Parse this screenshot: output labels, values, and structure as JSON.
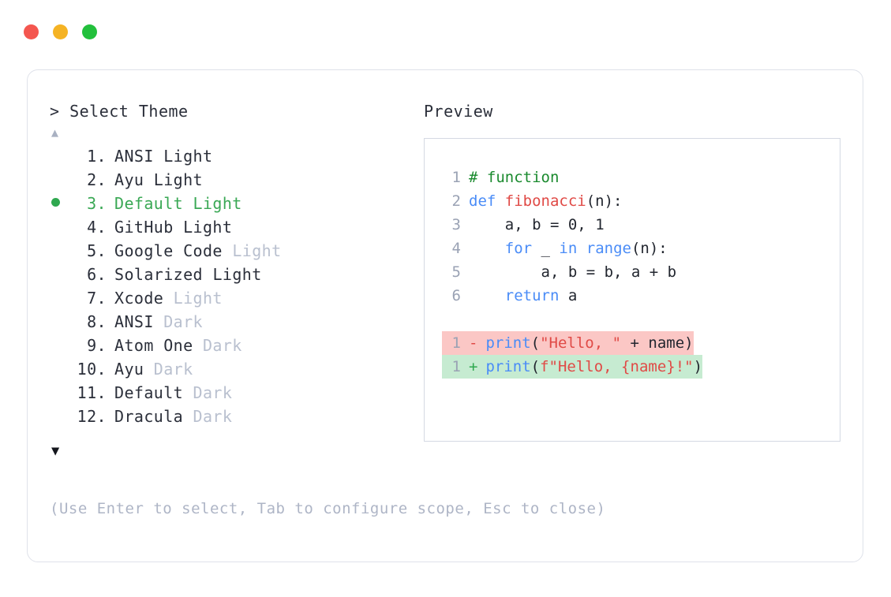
{
  "window": {
    "dots": [
      {
        "name": "close",
        "color": "#f4564f"
      },
      {
        "name": "minimize",
        "color": "#f5b324"
      },
      {
        "name": "maximize",
        "color": "#22c03c"
      }
    ]
  },
  "left": {
    "prompt": "> Select Theme",
    "scroll_up": "▲",
    "scroll_down": "▼",
    "selected_index": 3,
    "items": [
      {
        "num": "1.",
        "name": "ANSI",
        "suffix": "Light",
        "suffix_dim": false,
        "selected": false,
        "bullet": ""
      },
      {
        "num": "2.",
        "name": "Ayu",
        "suffix": "Light",
        "suffix_dim": false,
        "selected": false,
        "bullet": ""
      },
      {
        "num": "3.",
        "name": "Default",
        "suffix": "Light",
        "suffix_dim": false,
        "selected": true,
        "bullet": "●"
      },
      {
        "num": "4.",
        "name": "GitHub",
        "suffix": "Light",
        "suffix_dim": false,
        "selected": false,
        "bullet": ""
      },
      {
        "num": "5.",
        "name": "Google Code",
        "suffix": "Light",
        "suffix_dim": true,
        "selected": false,
        "bullet": ""
      },
      {
        "num": "6.",
        "name": "Solarized",
        "suffix": "Light",
        "suffix_dim": false,
        "selected": false,
        "bullet": ""
      },
      {
        "num": "7.",
        "name": "Xcode",
        "suffix": "Light",
        "suffix_dim": true,
        "selected": false,
        "bullet": ""
      },
      {
        "num": "8.",
        "name": "ANSI",
        "suffix": "Dark",
        "suffix_dim": true,
        "selected": false,
        "bullet": ""
      },
      {
        "num": "9.",
        "name": "Atom One",
        "suffix": "Dark",
        "suffix_dim": true,
        "selected": false,
        "bullet": ""
      },
      {
        "num": "10.",
        "name": "Ayu",
        "suffix": "Dark",
        "suffix_dim": true,
        "selected": false,
        "bullet": ""
      },
      {
        "num": "11.",
        "name": "Default",
        "suffix": "Dark",
        "suffix_dim": true,
        "selected": false,
        "bullet": ""
      },
      {
        "num": "12.",
        "name": "Dracula",
        "suffix": "Dark",
        "suffix_dim": true,
        "selected": false,
        "bullet": ""
      }
    ],
    "hint": "(Use Enter to select, Tab to configure scope, Esc to close)"
  },
  "right": {
    "title": "Preview",
    "code_lines": [
      {
        "num": "1",
        "tokens": [
          {
            "t": "# function",
            "c": "tok-comment"
          }
        ]
      },
      {
        "num": "2",
        "tokens": [
          {
            "t": "def ",
            "c": "tok-kw"
          },
          {
            "t": "fibonacci",
            "c": "tok-fn"
          },
          {
            "t": "(n):",
            "c": "tok-plain"
          }
        ]
      },
      {
        "num": "3",
        "tokens": [
          {
            "t": "    a, b = ",
            "c": "tok-plain"
          },
          {
            "t": "0",
            "c": "tok-num"
          },
          {
            "t": ", ",
            "c": "tok-plain"
          },
          {
            "t": "1",
            "c": "tok-num"
          }
        ]
      },
      {
        "num": "4",
        "tokens": [
          {
            "t": "    ",
            "c": "tok-plain"
          },
          {
            "t": "for",
            "c": "tok-kw"
          },
          {
            "t": " _ ",
            "c": "tok-plain"
          },
          {
            "t": "in",
            "c": "tok-kw"
          },
          {
            "t": " ",
            "c": "tok-plain"
          },
          {
            "t": "range",
            "c": "tok-kw"
          },
          {
            "t": "(n):",
            "c": "tok-plain"
          }
        ]
      },
      {
        "num": "5",
        "tokens": [
          {
            "t": "        a, b = b, a + b",
            "c": "tok-plain"
          }
        ]
      },
      {
        "num": "6",
        "tokens": [
          {
            "t": "    ",
            "c": "tok-plain"
          },
          {
            "t": "return",
            "c": "tok-kw"
          },
          {
            "t": " a",
            "c": "tok-plain"
          }
        ]
      }
    ],
    "diff_lines": [
      {
        "kind": "del",
        "num": "1",
        "sign": "-",
        "tokens": [
          {
            "t": "print",
            "c": "tok-kw"
          },
          {
            "t": "(",
            "c": "tok-plain"
          },
          {
            "t": "\"Hello, \"",
            "c": "tok-str"
          },
          {
            "t": " + name)",
            "c": "tok-plain"
          }
        ]
      },
      {
        "kind": "add",
        "num": "1",
        "sign": "+",
        "tokens": [
          {
            "t": "print",
            "c": "tok-kw"
          },
          {
            "t": "(",
            "c": "tok-plain"
          },
          {
            "t": "f\"Hello, {name}!\"",
            "c": "tok-str"
          },
          {
            "t": ")",
            "c": "tok-plain"
          }
        ]
      }
    ]
  },
  "colors": {
    "accent_green": "#2fa84f",
    "diff_del_bg": "#fbc7c5",
    "diff_add_bg": "#c6ebd1",
    "muted": "#b9c0cf",
    "text": "#2b2f3a"
  }
}
